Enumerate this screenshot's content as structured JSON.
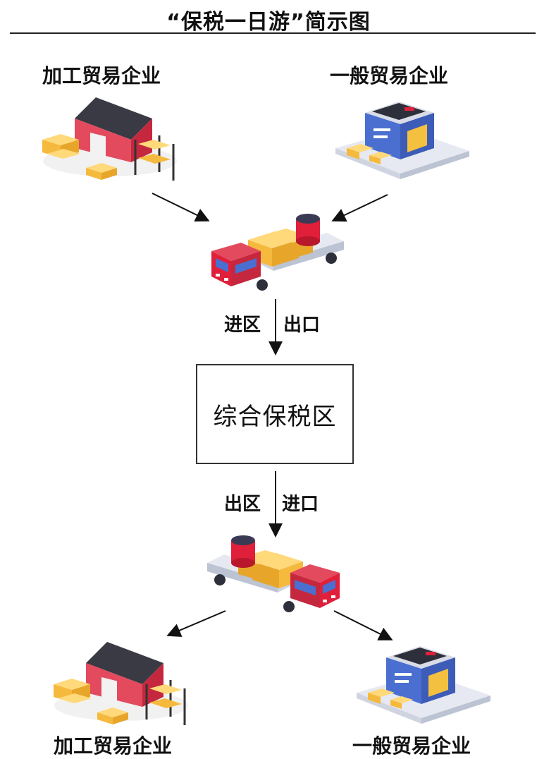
{
  "title": "“保税一日游”简示图",
  "top": {
    "left_enterprise": "加工贸易企业",
    "right_enterprise": "一般贸易企业"
  },
  "flow_in": {
    "left": "进区",
    "right": "出口"
  },
  "zone": {
    "label": "综合保税区"
  },
  "flow_out": {
    "left": "出区",
    "right": "进口"
  },
  "bottom": {
    "left_enterprise": "加工贸易企业",
    "right_enterprise": "一般贸易企业"
  },
  "icons": {
    "factory": "factory-icon",
    "warehouse": "warehouse-icon",
    "truck": "truck-icon"
  },
  "colors": {
    "truck_red": "#e0203a",
    "box_yellow": "#f7c45a",
    "warehouse_blue": "#4a6fd0",
    "roof_dark": "#3a3a44"
  }
}
